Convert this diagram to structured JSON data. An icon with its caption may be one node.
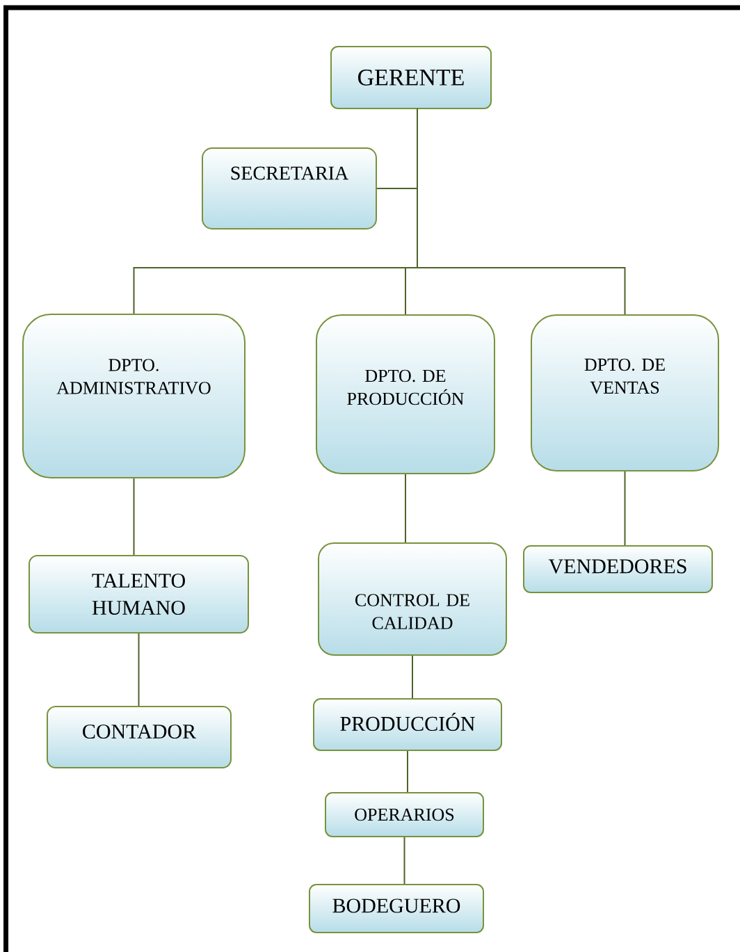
{
  "diagram": {
    "nodes": [
      {
        "text": [
          "GERENTE"
        ]
      },
      {
        "text": [
          "SECRETARIA"
        ]
      },
      {
        "text": [
          "DPTO. ADMINISTRATIVO"
        ]
      },
      {
        "text": [
          "DPTO. DE PRODUCCIÓN"
        ]
      },
      {
        "text": [
          "DPTO. DE VENTAS"
        ]
      },
      {
        "text": [
          "TALENTO HUMANO"
        ]
      },
      {
        "text": [
          "CONTADOR"
        ]
      },
      {
        "text": [
          "CONTROL DE CALIDAD"
        ]
      },
      {
        "text": [
          "PRODUCCIÓN"
        ]
      },
      {
        "text": [
          "OPERARIOS"
        ]
      },
      {
        "text": [
          "BODEGUERO"
        ]
      },
      {
        "text": [
          "VENDEDORES"
        ]
      }
    ],
    "edges": [
      {
        "from": 0,
        "to": 1,
        "arrow": "none"
      },
      {
        "from": 0,
        "to": 2,
        "arrow": "none"
      },
      {
        "from": 0,
        "to": 3,
        "arrow": "none"
      },
      {
        "from": 0,
        "to": 4,
        "arrow": "none"
      },
      {
        "from": 2,
        "to": 5,
        "arrow": "none"
      },
      {
        "from": 5,
        "to": 6,
        "arrow": "none"
      },
      {
        "from": 3,
        "to": 7,
        "arrow": "none"
      },
      {
        "from": 7,
        "to": 8,
        "arrow": "none"
      },
      {
        "from": 8,
        "to": 9,
        "arrow": "none"
      },
      {
        "from": 9,
        "to": 10,
        "arrow": "none"
      },
      {
        "from": 4,
        "to": 11,
        "arrow": "none"
      }
    ]
  }
}
